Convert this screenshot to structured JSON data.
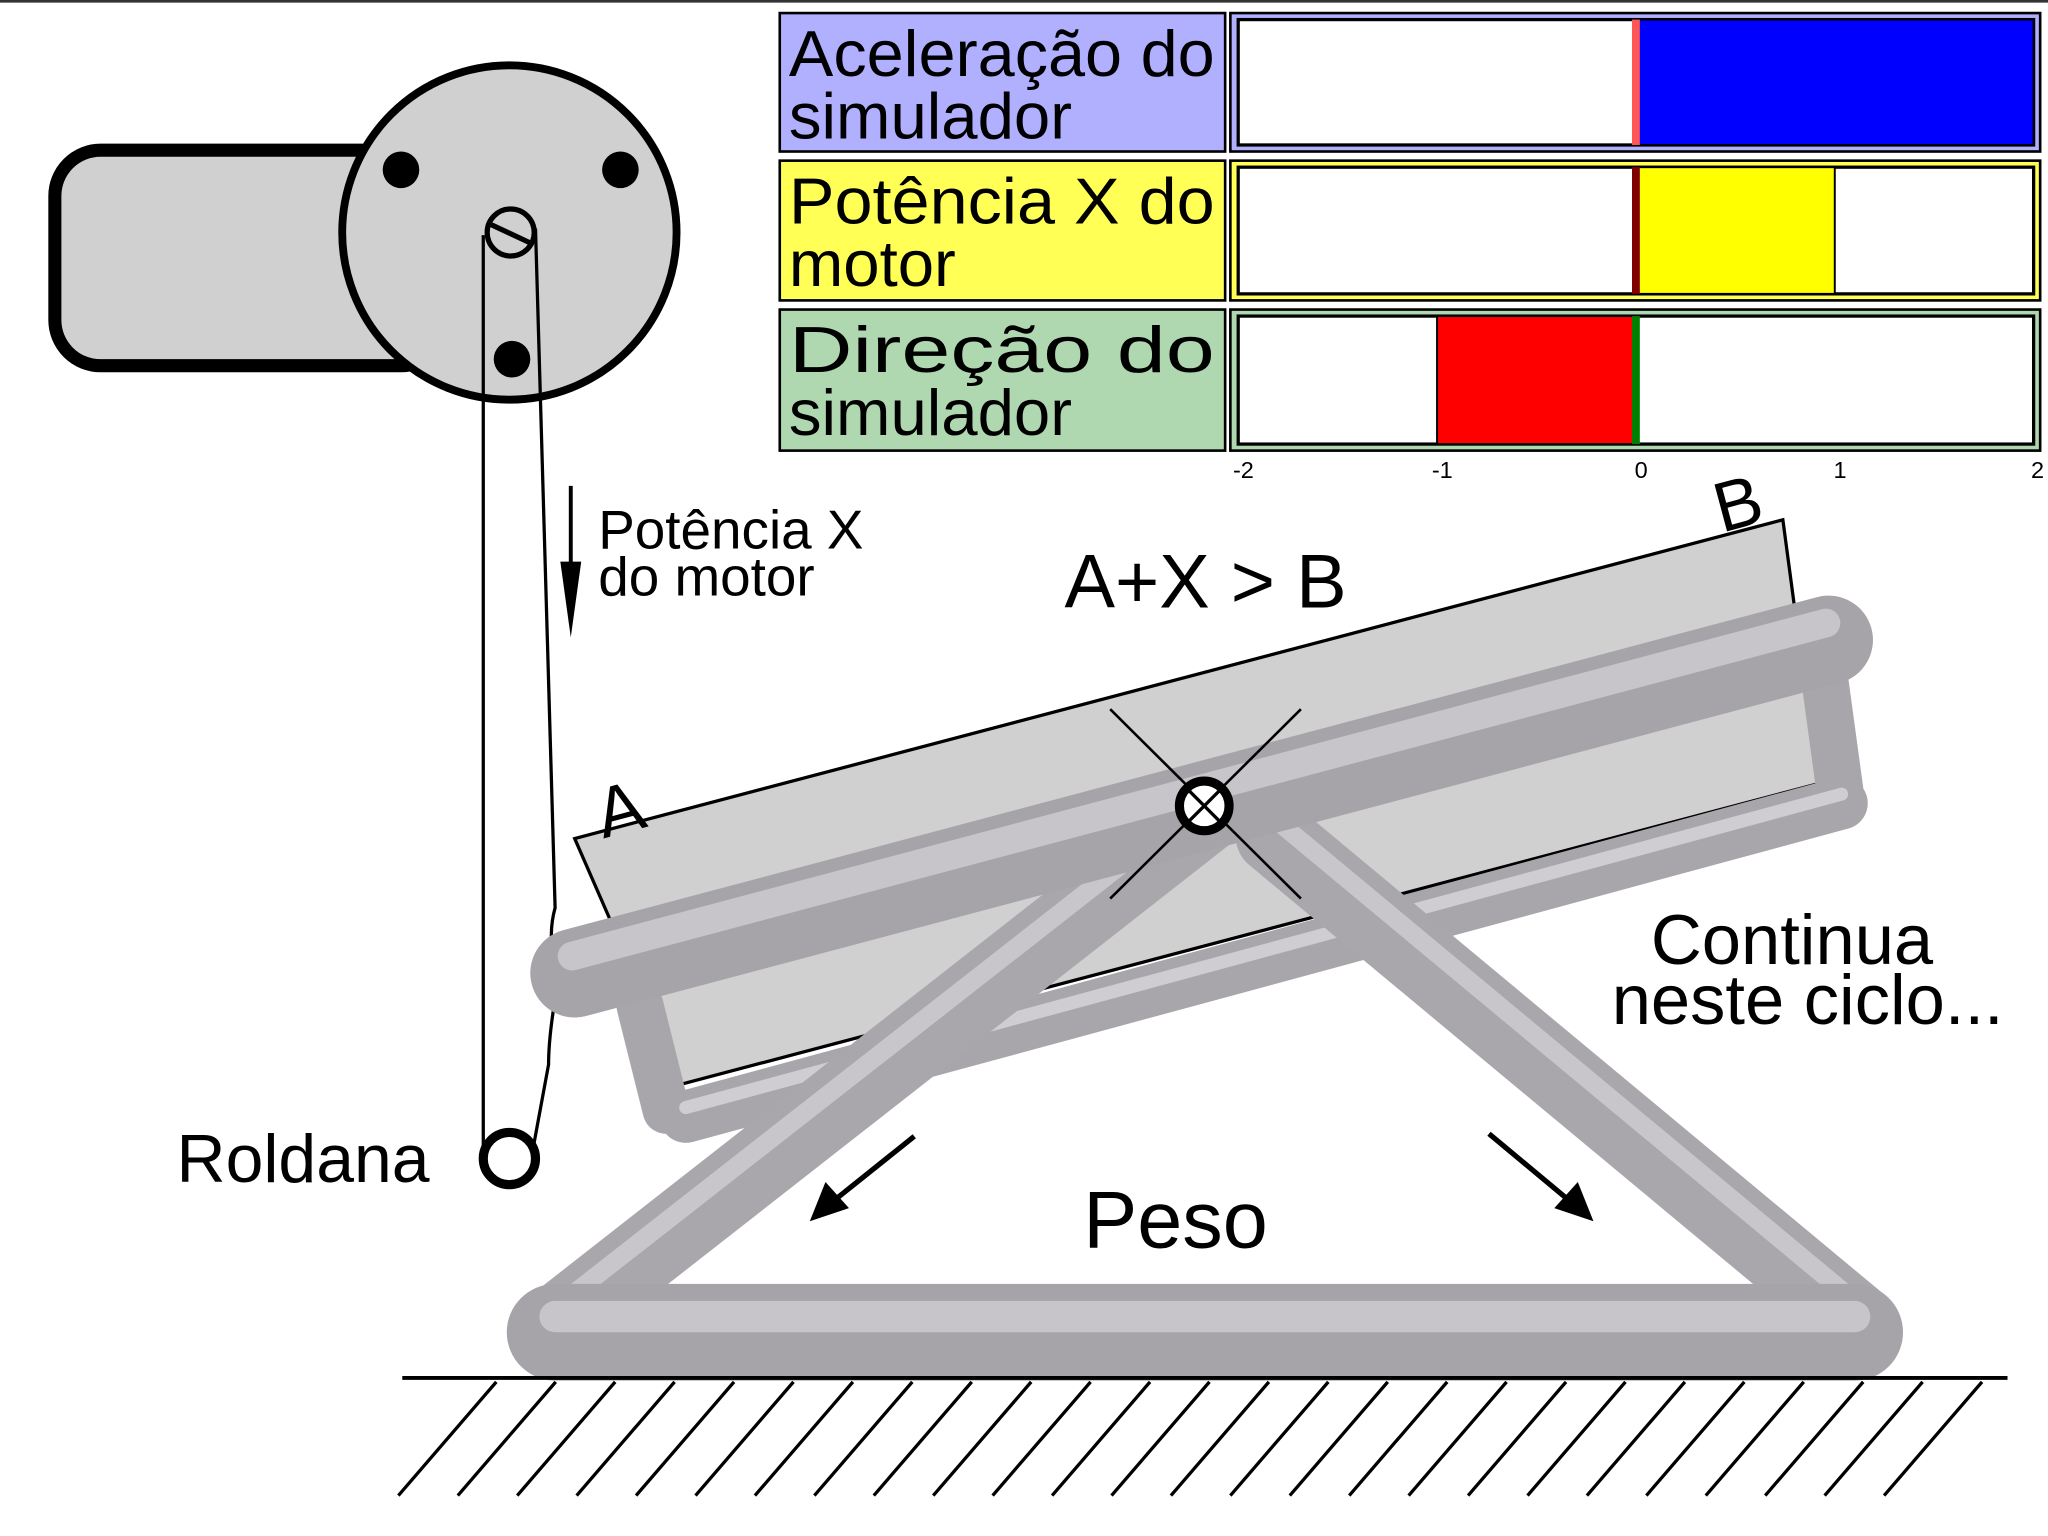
{
  "panel": {
    "rows": [
      {
        "label_line1": "Aceleração do",
        "label_line2": "simulador",
        "label_bg": "#b0b0ff",
        "bar_color": "#0000ff",
        "from": 0,
        "to": 2,
        "marker_color": "#ff5555"
      },
      {
        "label_line1": "Potência X do",
        "label_line2": "motor",
        "label_bg": "#ffff55",
        "bar_color": "#ffff00",
        "from": 0,
        "to": 1,
        "marker_color": "#800000"
      },
      {
        "label_line1": "Direção do",
        "label_line2": "simulador",
        "label_bg": "#b0d8b0",
        "bar_color": "#ff0000",
        "from": -1,
        "to": 0,
        "marker_color": "#008000"
      }
    ],
    "scale_min": -2,
    "scale_max": 2,
    "ticks": [
      "-2",
      "-1",
      "0",
      "1",
      "2"
    ]
  },
  "diagram": {
    "motor_power_line1": "Potência X",
    "motor_power_line2": "do motor",
    "inequality": "A+X > B",
    "point_a": "A",
    "point_b": "B",
    "pulley_label": "Roldana",
    "weight_label": "Peso",
    "continue_line1": "Continua",
    "continue_line2": "neste ciclo..."
  }
}
